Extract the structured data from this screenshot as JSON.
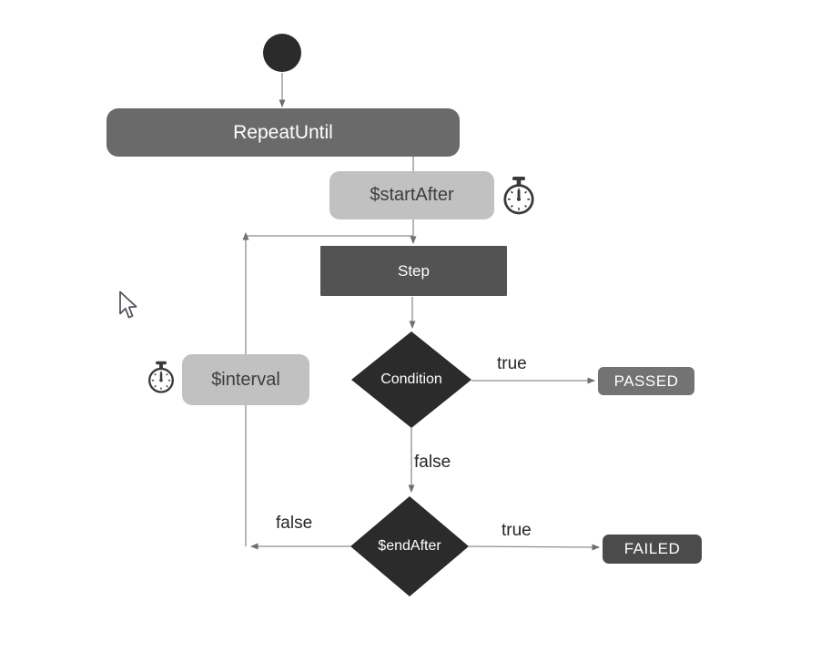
{
  "nodes": {
    "repeat_until": {
      "label": "RepeatUntil"
    },
    "start_after": {
      "label": "$startAfter"
    },
    "step": {
      "label": "Step"
    },
    "condition": {
      "label": "Condition"
    },
    "end_after": {
      "label": "$endAfter"
    },
    "interval": {
      "label": "$interval"
    },
    "passed": {
      "label": "PASSED"
    },
    "failed": {
      "label": "FAILED"
    }
  },
  "edge_labels": {
    "condition_true": "true",
    "condition_false": "false",
    "end_after_true": "true",
    "end_after_false": "false"
  },
  "icons": {
    "start": "filled-circle",
    "timer": "stopwatch-icon",
    "pointer": "mouse-cursor-icon"
  },
  "colors": {
    "decision_fill": "#2b2b2b",
    "repeat_until_fill": "#6a6a6a",
    "step_fill": "#535353",
    "passed_fill": "#737373",
    "failed_fill": "#4b4b4b",
    "timer_fill": "#c1c1c1",
    "timer_text": "#3d3d3d",
    "edge_line": "#8f8f8f",
    "arrowhead": "#6f6f6f",
    "label_text": "#262626",
    "background": "#ffffff"
  }
}
